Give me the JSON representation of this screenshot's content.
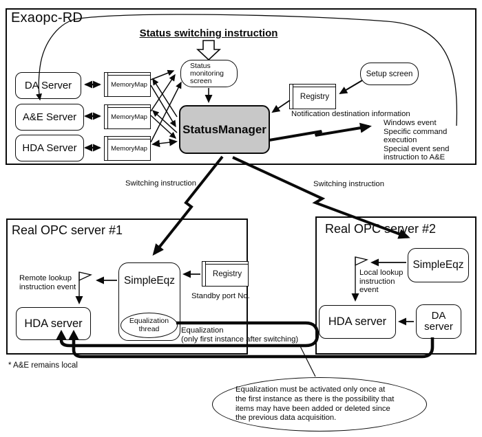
{
  "colors": {
    "status_manager_fill": "#c8c8c8",
    "line": "#0a0a0a",
    "background": "#ffffff"
  },
  "icons": {
    "flag": "lookup-flag-icon",
    "block_arrow": "down-block-arrow-icon",
    "lightning": "lightning-arrow-icon"
  },
  "exaopc": {
    "title": "Exaopc-RD",
    "switching_title": "Status switching instruction",
    "status_screen": "Status\nmonitoring\nscreen",
    "servers": [
      "DA Server",
      "A&E Server",
      "HDA Server"
    ],
    "memorymaps": [
      "MemoryMap",
      "MemoryMap",
      "MemoryMap"
    ],
    "status_manager": "StatusManager",
    "registry": "Registry",
    "setup_screen": "Setup screen",
    "notification_caption": "Notification destination information",
    "notification_targets": "Windows event\nSpecific command execution\nSpecial event send\ninstruction to A&E"
  },
  "middle": {
    "switching_left": "Switching instruction",
    "switching_right": "Switching instruction"
  },
  "server1": {
    "title": "Real OPC server #1",
    "simpleeqz": "SimpleEqz",
    "eq_thread": "Equalization\nthread",
    "registry": "Registry",
    "standby": "Standby port No.",
    "lookup": "Remote lookup\ninstruction event",
    "hda": "HDA server"
  },
  "server2": {
    "title": "Real OPC server #2",
    "simpleeqz": "SimpleEqz",
    "lookup": "Local lookup\ninstruction\nevent",
    "hda": "HDA server",
    "da": "DA\nserver"
  },
  "equalization_label": "Equalization\n(only first instance after switching)",
  "footnote": "* A&E remains local",
  "note": "Equalization must be activated only once at\nthe first instance as there is the possibility that\nitems may have been added or deleted since\nthe previous data acquisition."
}
